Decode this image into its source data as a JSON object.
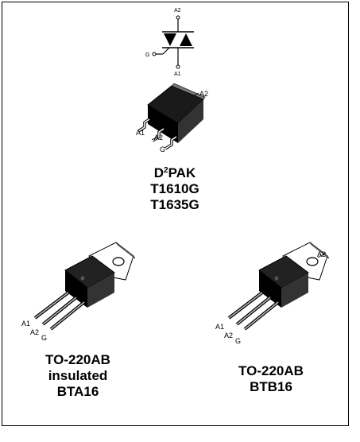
{
  "symbol": {
    "pin_a2": "A2",
    "pin_a1": "A1",
    "pin_g": "G"
  },
  "d2pak": {
    "pins": {
      "a2_tab": "A2",
      "a1": "A1",
      "a2": "A2",
      "g": "G"
    },
    "caption": {
      "package_prefix": "D",
      "package_sup": "2",
      "package_suffix": "PAK",
      "part_1": "T1610G",
      "part_2": "T1635G"
    }
  },
  "to220_insulated": {
    "pins": {
      "a1": "A1",
      "a2": "A2",
      "g": "G"
    },
    "caption": {
      "package": "TO-220AB",
      "note": "insulated",
      "part": "BTA16"
    }
  },
  "to220": {
    "pins": {
      "a2_tab": "A2",
      "a1": "A1",
      "a2": "A2",
      "g": "G"
    },
    "caption": {
      "package": "TO-220AB",
      "part": "BTB16"
    }
  }
}
